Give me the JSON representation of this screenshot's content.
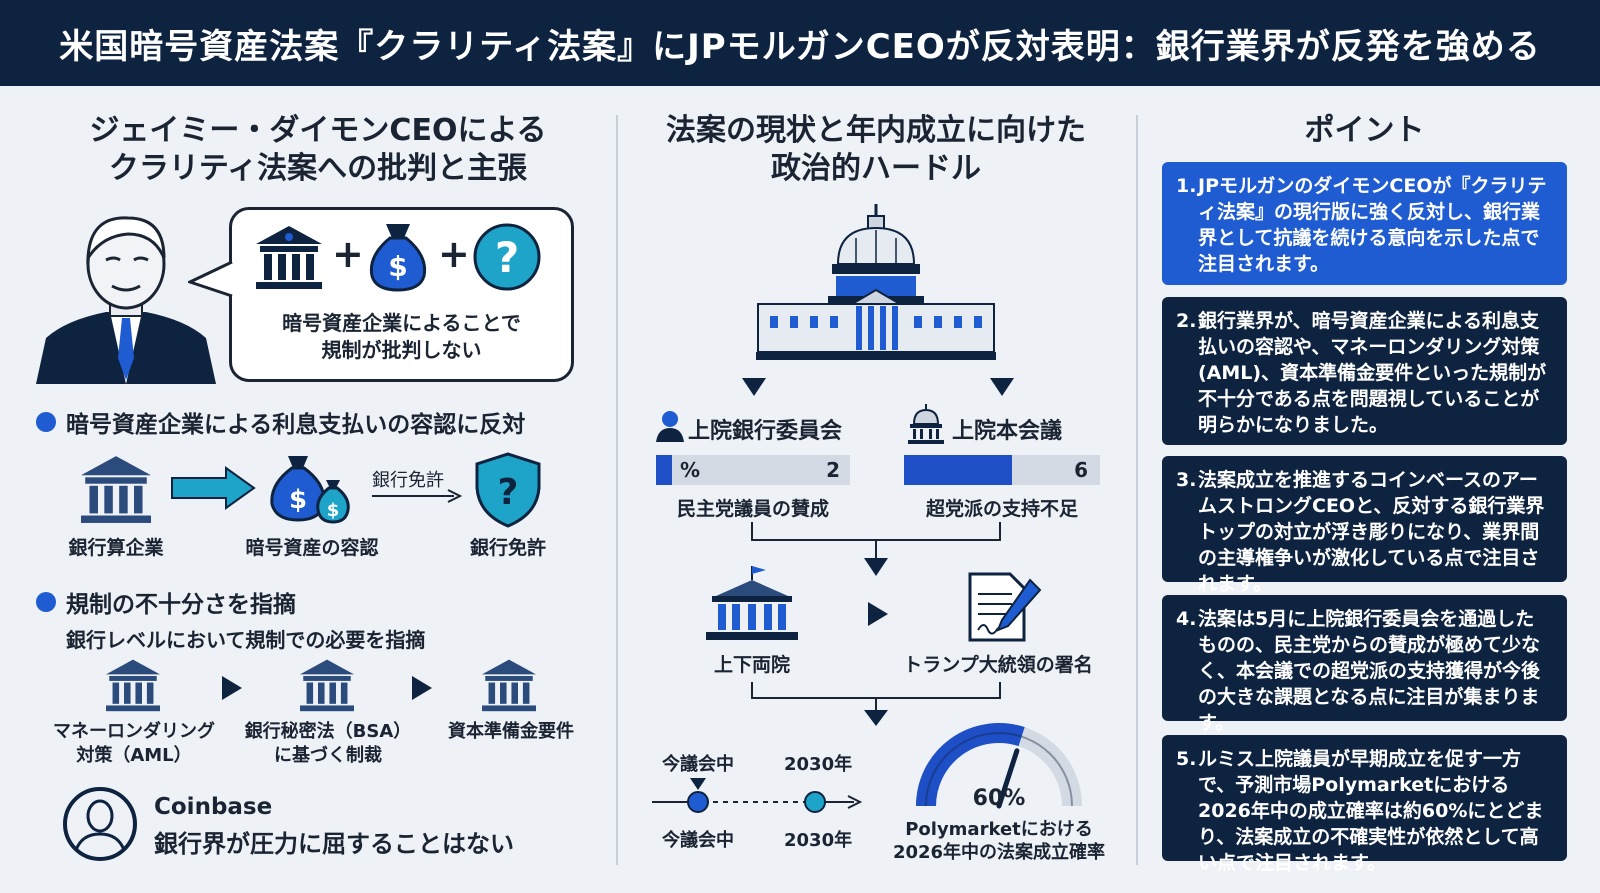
{
  "header": {
    "title": "米国暗号資産法案『クラリティ法案』にJPモルガンCEOが反対表明：銀行業界が反発を強める"
  },
  "left": {
    "title": "ジェイミー・ダイモンCEOによる\nクラリティ法案への批判と主張",
    "bubble_text": "暗号資産企業によることで\n規制が批判しない",
    "section1": {
      "heading": "暗号資産企業による利息支払いの容認に反対",
      "items": [
        "銀行算企業",
        "暗号資産の容認",
        "銀行免許"
      ],
      "arrow_label": "銀行免許"
    },
    "section2": {
      "heading": "規制の不十分さを指摘",
      "subtext": "銀行レベルにおいて規制での必要を指摘",
      "items": [
        "マネーロンダリング\n対策（AML）",
        "銀行秘密法（BSA）\nに基づく制裁",
        "資本準備金要件"
      ]
    },
    "coinbase": {
      "name": "Coinbase",
      "quote": "銀行界が圧力に屈することはない"
    }
  },
  "middle": {
    "title": "法案の現状と年内成立に向けた\n政治的ハードル",
    "committee": {
      "label": "上院銀行委員会",
      "bar_left": "%",
      "bar_right": "2",
      "caption": "民主党議員の賛成",
      "fill_fraction": 0.08
    },
    "floor": {
      "label": "上院本会議",
      "bar_right": "6",
      "caption": "超党派の支持不足",
      "fill_fraction": 0.55
    },
    "step_both_houses": "上下両院",
    "step_signature": "トランプ大統領の署名",
    "timeline": {
      "top_left": "今議会中",
      "top_right": "2030年",
      "bottom_left": "今議会中",
      "bottom_right": "2030年"
    },
    "gauge": {
      "value_text": "60%",
      "value": 60,
      "caption": "Polymarketにおける\n2026年中の法案成立確率"
    }
  },
  "right": {
    "title": "ポイント",
    "points": [
      {
        "num": "1.",
        "text": "JPモルガンのダイモンCEOが『クラリティ法案』の現行版に強く反対し、銀行業界として抗議を続ける意向を示した点で注目されます。"
      },
      {
        "num": "2.",
        "text": "銀行業界が、暗号資産企業による利息支払いの容認や、マネーロンダリング対策(AML)、資本準備金要件といった規制が不十分である点を問題視していることが明らかになりました。"
      },
      {
        "num": "3.",
        "text": "法案成立を推進するコインベースのアームストロングCEOと、反対する銀行業界トップの対立が浮き彫りになり、業界間の主導権争いが激化している点で注目されます。"
      },
      {
        "num": "4.",
        "text": "法案は5月に上院銀行委員会を通過したものの、民主党からの賛成が極めて少なく、本会議での超党派の支持獲得が今後の大きな課題となる点に注目が集まります。"
      },
      {
        "num": "5.",
        "text": "ルミス上院議員が早期成立を促す一方で、予測市場Polymarketにおける2026年中の成立確率は約60%にとどまり、法案成立の不確実性が依然として高い点で注目されます。"
      }
    ]
  },
  "colors": {
    "navy": "#0e2340",
    "blue": "#1f5bd1",
    "teal": "#1ea4c8"
  }
}
